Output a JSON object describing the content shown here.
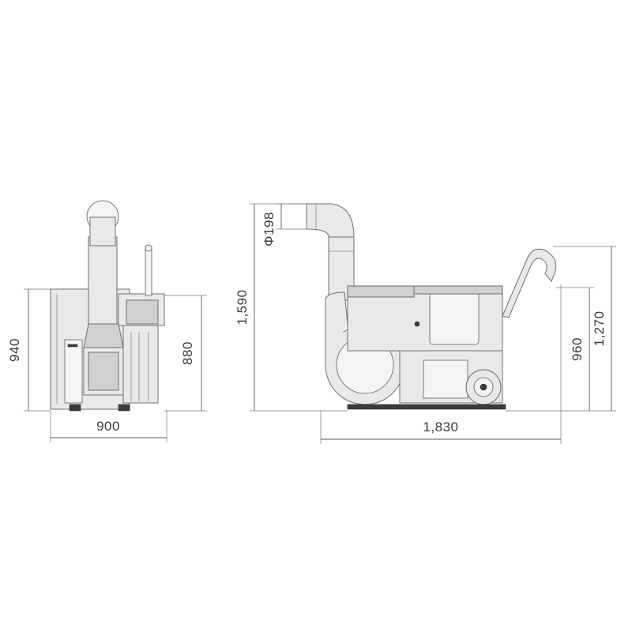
{
  "front_view": {
    "height_dim": "940",
    "side_height_dim": "880",
    "width_dim": "900"
  },
  "side_view": {
    "total_height_dim": "1,590",
    "pipe_diameter_dim": "Φ198",
    "length_dim": "1,830",
    "handle_height_dim": "1,270",
    "handle_low_dim": "960"
  },
  "colors": {
    "machine_body": "#e9e9ea",
    "outline": "#6e6e70",
    "dimension": "#3a3a3a"
  }
}
